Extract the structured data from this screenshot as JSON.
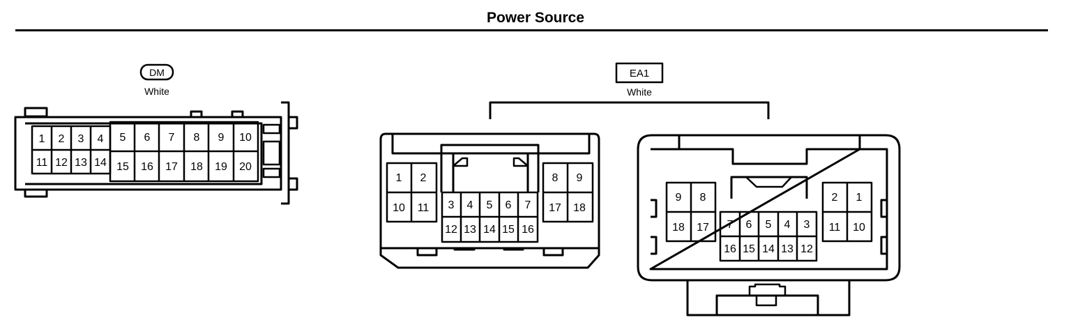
{
  "title": "Power Source",
  "colors": {
    "line": "#000000",
    "background": "#ffffff"
  },
  "connectors": [
    {
      "id": "DM",
      "label": "DM",
      "color": "White",
      "pins": [
        "1",
        "2",
        "3",
        "4",
        "5",
        "6",
        "7",
        "8",
        "9",
        "10",
        "11",
        "12",
        "13",
        "14",
        "15",
        "16",
        "17",
        "18",
        "19",
        "20"
      ]
    },
    {
      "id": "EA1",
      "label": "EA1",
      "color": "White",
      "left_pins": [
        "1",
        "2",
        "10",
        "11",
        "3",
        "4",
        "5",
        "6",
        "7",
        "12",
        "13",
        "14",
        "15",
        "16",
        "8",
        "9",
        "17",
        "18"
      ],
      "right_pins": [
        "9",
        "8",
        "18",
        "17",
        "7",
        "6",
        "5",
        "4",
        "3",
        "16",
        "15",
        "14",
        "13",
        "12",
        "2",
        "1",
        "11",
        "10"
      ]
    }
  ]
}
